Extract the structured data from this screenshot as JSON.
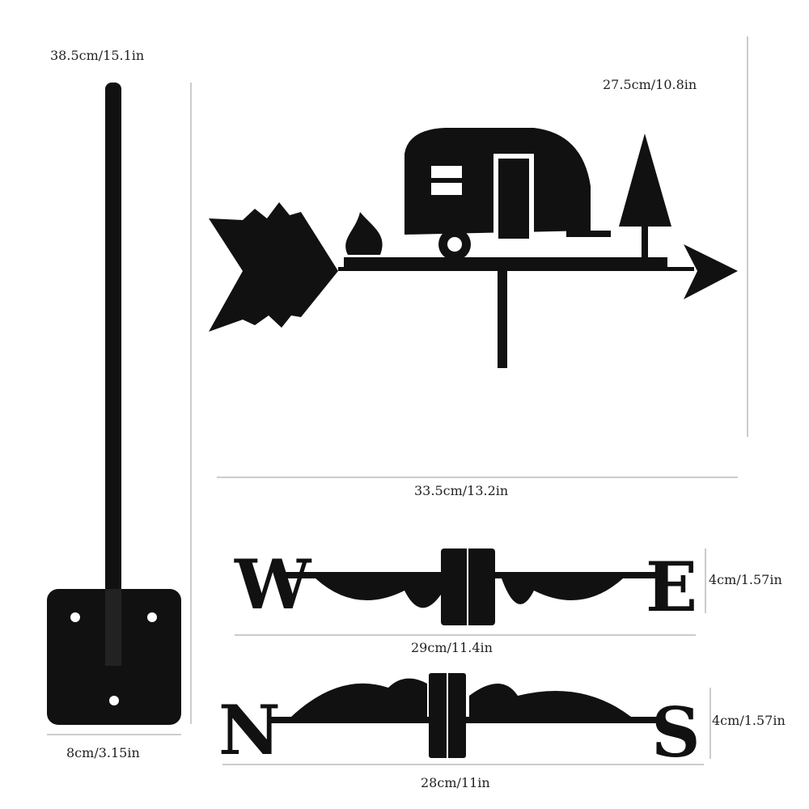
{
  "dimensions": {
    "pole_length": "38.5cm/15.1in",
    "vane_height": "27.5cm/10.8in",
    "vane_width": "33.5cm/13.2in",
    "we_height": "4cm/1.57in",
    "we_width": "29cm/11.4in",
    "base_width": "8cm/3.15in",
    "ns_height": "4cm/1.57in",
    "ns_width": "28cm/11in"
  },
  "compass_letters": {
    "west": "W",
    "east": "E",
    "north": "N",
    "south": "S"
  },
  "colors": {
    "metal": "#111111",
    "line": "#999999",
    "background": "#ffffff"
  }
}
